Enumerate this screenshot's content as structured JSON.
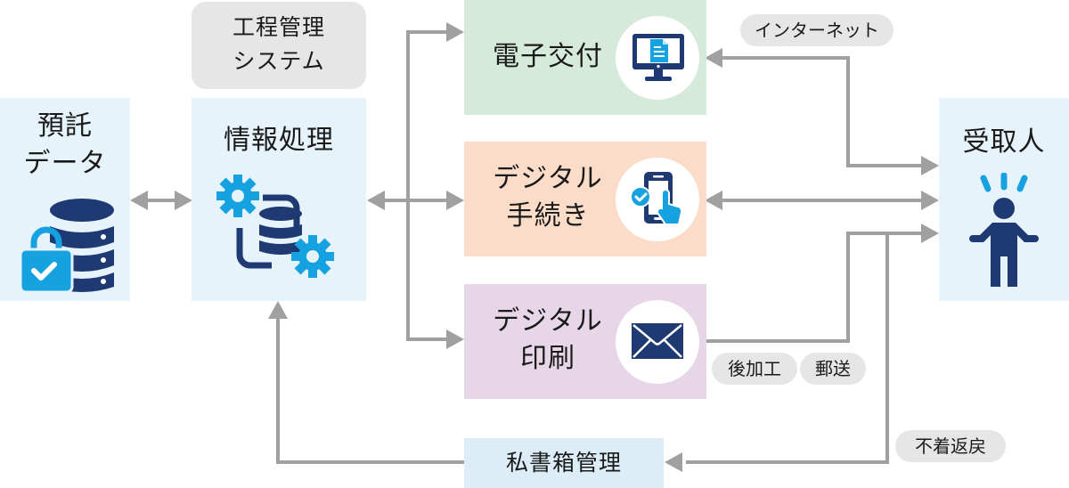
{
  "colors": {
    "blue_box": "#e6f3fb",
    "green_box": "#d6eadb",
    "orange_box": "#fbdcc9",
    "purple_box": "#e6d6e8",
    "gray_pill": "#e6e6e6",
    "arrow": "#a0a0a0",
    "icon_navy": "#1f3a73",
    "icon_cyan": "#16a1e0"
  },
  "nodes": {
    "deposit": {
      "line1": "預託",
      "line2": "データ",
      "icon": "database-lock-icon"
    },
    "process_system": {
      "line1": "工程管理",
      "line2": "システム"
    },
    "info_processing": {
      "label": "情報処理",
      "icon": "gears-database-icon"
    },
    "e_delivery": {
      "label": "電子交付",
      "icon": "monitor-document-icon"
    },
    "digital_procedure": {
      "line1": "デジタル",
      "line2": "手続き",
      "icon": "smartphone-touch-icon"
    },
    "digital_print": {
      "line1": "デジタル",
      "line2": "印刷",
      "icon": "envelope-icon"
    },
    "recipient": {
      "label": "受取人",
      "icon": "person-icon"
    },
    "pobox": {
      "label": "私書箱管理"
    }
  },
  "tags": {
    "internet": "インターネット",
    "post_processing": "後加工",
    "mailing": "郵送",
    "return_undelivered": "不着返戻"
  }
}
